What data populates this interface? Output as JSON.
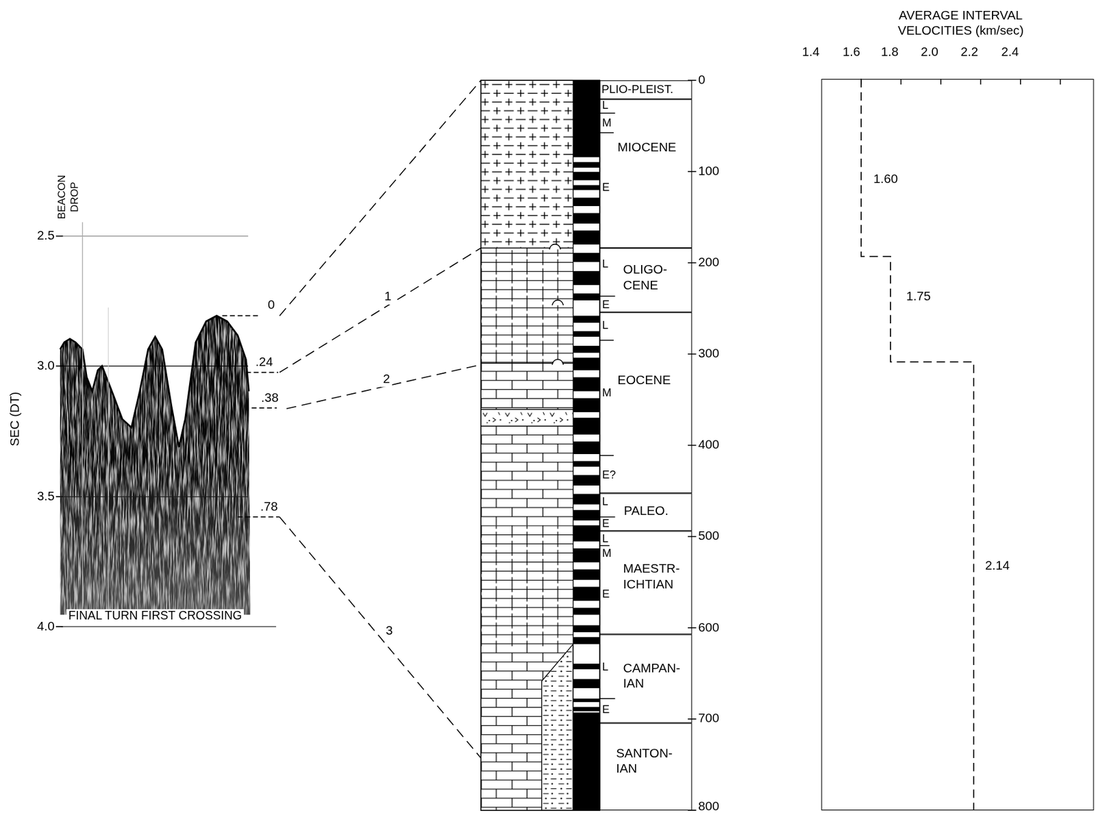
{
  "diagram": {
    "nodes": [
      {
        "text": [
          "PLIO-PLEIST."
        ]
      },
      {
        "text": [
          "L",
          "M",
          "MIOCENE",
          "E"
        ]
      },
      {
        "text": [
          "L",
          "OLIGO- CENE",
          "E"
        ]
      },
      {
        "text": [
          "L",
          "EOCENE",
          "M",
          "E?"
        ]
      },
      {
        "text": [
          "L",
          "PALEO.",
          "E"
        ]
      },
      {
        "text": [
          "L",
          "M",
          "MAESTR- ICHTIAN",
          "E"
        ]
      },
      {
        "text": [
          "L",
          "CAMPAN- IAN",
          "E"
        ]
      },
      {
        "text": [
          "SANTON- IAN"
        ]
      },
      {
        "text": [
          "AVERAGE INTERVAL VELOCITIES (km/sec)",
          "1.60",
          "1.75",
          "2.14"
        ]
      }
    ],
    "labels": [
      "BEACON DROP",
      "2.5",
      "3.0",
      "3.5",
      "4.0",
      "SEC (DT)",
      "0",
      ".24",
      ".38",
      ".78",
      "FINAL TURN FIRST CROSSING",
      "1",
      "2",
      "3",
      "0",
      "100",
      "200",
      "300",
      "400",
      "500",
      "600",
      "700",
      "800",
      "1.4",
      "1.6",
      "1.8",
      "2.0",
      "2.2",
      "2.4"
    ]
  }
}
